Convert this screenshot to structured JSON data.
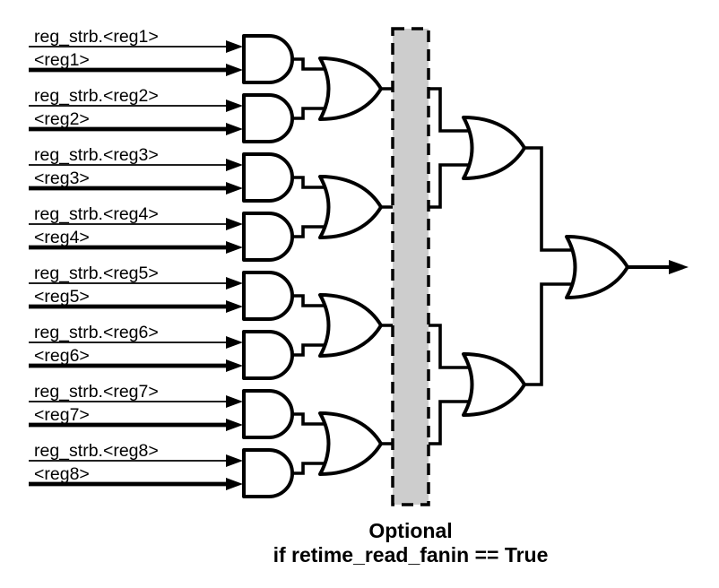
{
  "figure": {
    "type": "logic-circuit-diagram",
    "description": "Register read-data fanin: each register's read strobe is ANDed with its data, then OR-reduced through a 3-level tree with an optional retiming stage"
  },
  "colors": {
    "background": "#ffffff",
    "stroke": "#000000",
    "optional_stage_fill": "#cdcdcd"
  },
  "inputs": [
    {
      "strobe_label": "reg_strb.<reg1>",
      "data_label": "<reg1>"
    },
    {
      "strobe_label": "reg_strb.<reg2>",
      "data_label": "<reg2>"
    },
    {
      "strobe_label": "reg_strb.<reg3>",
      "data_label": "<reg3>"
    },
    {
      "strobe_label": "reg_strb.<reg4>",
      "data_label": "<reg4>"
    },
    {
      "strobe_label": "reg_strb.<reg5>",
      "data_label": "<reg5>"
    },
    {
      "strobe_label": "reg_strb.<reg6>",
      "data_label": "<reg6>"
    },
    {
      "strobe_label": "reg_strb.<reg7>",
      "data_label": "<reg7>"
    },
    {
      "strobe_label": "reg_strb.<reg8>",
      "data_label": "<reg8>"
    }
  ],
  "gates": {
    "and_gate_count": 8,
    "or_level1_count": 4,
    "or_level2_count": 2,
    "or_final_count": 1
  },
  "annotation": {
    "line1": "Optional",
    "line2": "if retime_read_fanin == True"
  }
}
